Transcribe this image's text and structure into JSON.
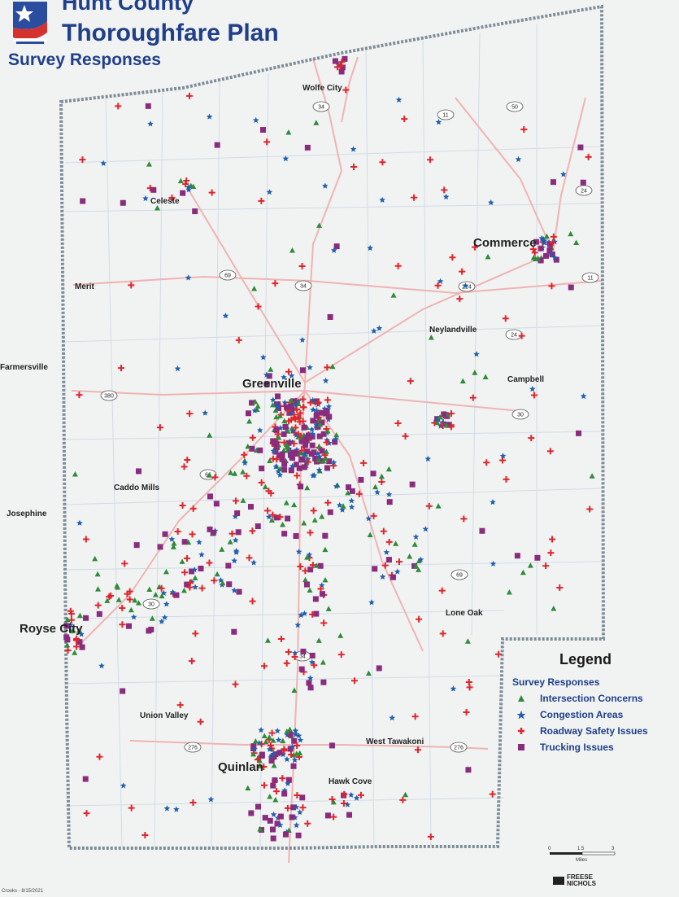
{
  "header": {
    "title_line1": "Hunt County",
    "title_line2": "Thoroughfare Plan",
    "subtitle": "Survey Responses"
  },
  "towns": [
    {
      "key": "wolfe_city",
      "label": "Wolfe City"
    },
    {
      "key": "celeste",
      "label": "Celeste"
    },
    {
      "key": "commerce",
      "label": "Commerce"
    },
    {
      "key": "merit",
      "label": "Merit"
    },
    {
      "key": "neylandville",
      "label": "Neylandville"
    },
    {
      "key": "farmersville",
      "label": "Farmersville"
    },
    {
      "key": "greenville",
      "label": "Greenville"
    },
    {
      "key": "campbell",
      "label": "Campbell"
    },
    {
      "key": "caddo_mills",
      "label": "Caddo Mills"
    },
    {
      "key": "josephine",
      "label": "Josephine"
    },
    {
      "key": "royse_city",
      "label": "Royse City"
    },
    {
      "key": "lone_oak",
      "label": "Lone Oak"
    },
    {
      "key": "union_valley",
      "label": "Union Valley"
    },
    {
      "key": "west_tawakoni",
      "label": "West Tawakoni"
    },
    {
      "key": "quinlan",
      "label": "Quinlan"
    },
    {
      "key": "hawk_cove",
      "label": "Hawk Cove"
    }
  ],
  "routes": [
    "34",
    "11",
    "50",
    "24",
    "69",
    "34",
    "224",
    "11",
    "24",
    "380",
    "30",
    "66",
    "69",
    "30",
    "34",
    "276",
    "276"
  ],
  "legend": {
    "title": "Legend",
    "section": "Survey Responses",
    "items": [
      {
        "key": "intersection",
        "label": "Intersection Concerns",
        "color": "#2e8b3a",
        "symbol": "triangle"
      },
      {
        "key": "congestion",
        "label": "Congestion Areas",
        "color": "#1f5fae",
        "symbol": "star"
      },
      {
        "key": "safety",
        "label": "Roadway Safety Issues",
        "color": "#e0242b",
        "symbol": "cross"
      },
      {
        "key": "trucking",
        "label": "Trucking Issues",
        "color": "#8a2c7e",
        "symbol": "square"
      }
    ]
  },
  "colors": {
    "boundary": "#7d8c99",
    "road": "#efb6b6",
    "road_minor": "#c9d6e6",
    "highway_shield": "#ffffff"
  },
  "scale_bar": {
    "ticks": [
      "0",
      "1.5",
      "3"
    ],
    "unit": "Miles"
  },
  "footer": {
    "credit": "Crooks - 8/15/2021",
    "brand": "FREESE NICHOLS"
  }
}
